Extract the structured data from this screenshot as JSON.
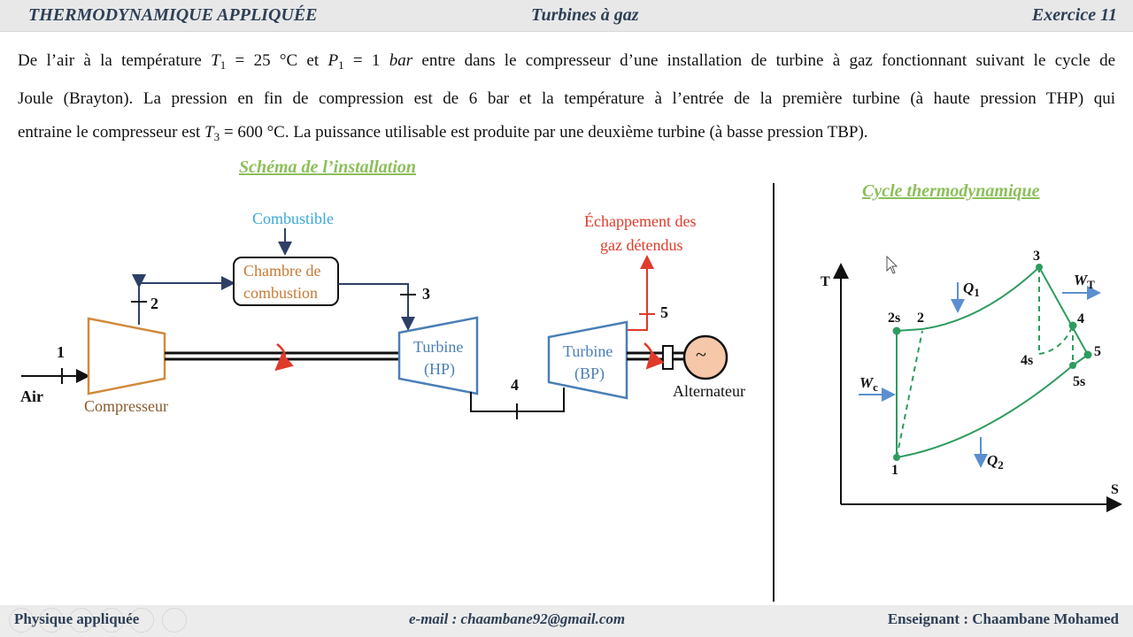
{
  "header": {
    "course": "THERMODYNAMIQUE APPLIQUÉE",
    "topic": "Turbines à gaz",
    "exercise": "Exercice 11"
  },
  "statement": {
    "line1_a": "De l’air à la température ",
    "T1_sym": "T",
    "T1_sub": "1",
    "T1_val": " = 25 °C et ",
    "P1_sym": "P",
    "P1_sub": "1",
    "P1_val": " = 1 ",
    "P1_unit": "bar",
    "line1_b": " entre dans le compresseur d’une installation de turbine à gaz fonctionnant suivant le cycle de",
    "line2": "Joule (Brayton). La pression en fin de compression est de 6 bar et la température à l’entrée de la première turbine (à haute pression THP) qui",
    "line3_a": "entraine le compresseur est ",
    "T3_sym": "T",
    "T3_sub": "3",
    "T3_val": " = 600 °C",
    "line3_b": ". La puissance utilisable est produite par une deuxième turbine (à basse pression TBP)."
  },
  "schema": {
    "title": "Schéma de l’installation",
    "combustible": "Combustible",
    "chamber_line1": "Chambre de",
    "chamber_line2": "combustion",
    "exhaust_line1": "Échappement des",
    "exhaust_line2": "gaz détendus",
    "compressor": "Compresseur",
    "air": "Air",
    "turbine_hp_line1": "Turbine",
    "turbine_hp_line2": "(HP)",
    "turbine_bp_line1": "Turbine",
    "turbine_bp_line2": "(BP)",
    "alternator": "Alternateur",
    "alternator_symbol": "~",
    "points": [
      "1",
      "2",
      "3",
      "4",
      "5"
    ],
    "colors": {
      "compressor": "#d08a3c",
      "turbine": "#4a7fb5",
      "combustible": "#3aa8d8",
      "exhaust": "#e03a2a",
      "pipe": "#2e3f66",
      "alternator_fill": "#f6c7a8"
    }
  },
  "cycle": {
    "title": "Cycle thermodynamique",
    "axis_y": "T",
    "axis_x": "S",
    "points": [
      "1",
      "2s",
      "2",
      "3",
      "4",
      "4s",
      "5",
      "5s"
    ],
    "Q1": "Q",
    "Q1_sub": "1",
    "Q2": "Q",
    "Q2_sub": "2",
    "WT": "W",
    "WT_sub": "T",
    "Wc": "W",
    "Wc_sub": "c",
    "colors": {
      "curve": "#2e9c5e",
      "arrow": "#5b8fd0"
    }
  },
  "footer": {
    "left": "Physique appliquée",
    "center": "e-mail : chaambane92@gmail.com",
    "right": "Enseignant : Chaambane Mohamed"
  }
}
